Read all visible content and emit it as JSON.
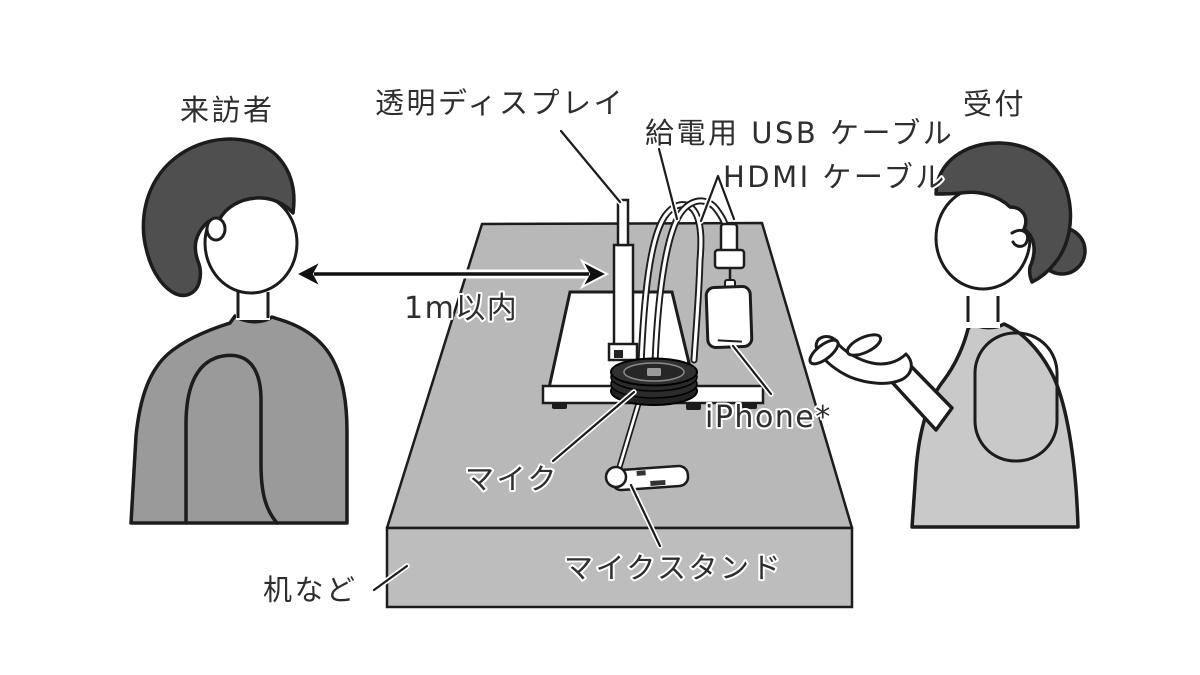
{
  "diagram": {
    "title_hint": "transparent-display-reception-setup-diagram",
    "labels": {
      "visitor": "来訪者",
      "transparent_display": "透明ディスプレイ",
      "usb_cable": "給電用 USB ケーブル",
      "hdmi_cable": "HDMI ケーブル",
      "reception": "受付",
      "distance": "1m以内",
      "iphone": "iPhone*",
      "mic": "マイク",
      "mic_stand": "マイクスタンド",
      "desk": "机など"
    },
    "colors": {
      "outline": "#1c1c1c",
      "hair": "#4f4f4f",
      "visitor_shirt": "#9a9a9a",
      "reception_shirt": "#c9c9c9",
      "desk_top": "#b8b8b8",
      "desk_front": "#bdbdbd",
      "text": "#2e2e2e"
    }
  }
}
